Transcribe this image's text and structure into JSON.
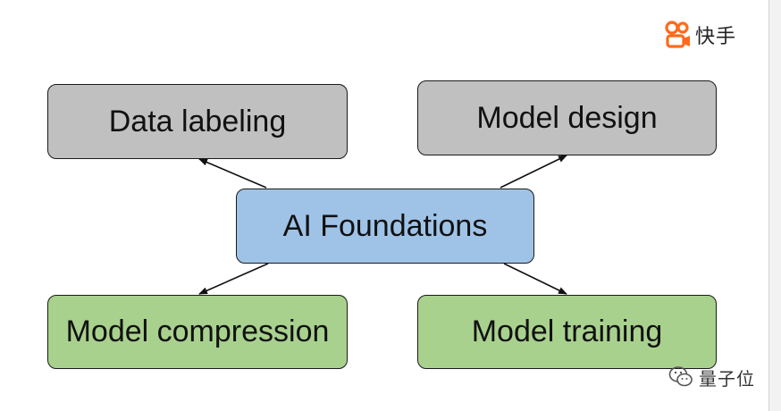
{
  "diagram": {
    "center_node": {
      "label": "AI Foundations",
      "color": "#9fc3e7"
    },
    "nodes": [
      {
        "id": "data-labeling",
        "label": "Data labeling",
        "color": "#c0c0c0"
      },
      {
        "id": "model-design",
        "label": "Model design",
        "color": "#c0c0c0"
      },
      {
        "id": "model-compression",
        "label": "Model compression",
        "color": "#a9d18e"
      },
      {
        "id": "model-training",
        "label": "Model training",
        "color": "#a9d18e"
      }
    ],
    "edges": [
      {
        "from": "AI Foundations",
        "to": "Data labeling"
      },
      {
        "from": "AI Foundations",
        "to": "Model design"
      },
      {
        "from": "AI Foundations",
        "to": "Model compression"
      },
      {
        "from": "AI Foundations",
        "to": "Model training"
      }
    ]
  },
  "branding": {
    "logo_text": "快手",
    "logo_icon": "kuaishou-logo-icon",
    "logo_color": "#ff6a1a",
    "watermark_text": "量子位",
    "watermark_icon": "wechat-icon"
  }
}
